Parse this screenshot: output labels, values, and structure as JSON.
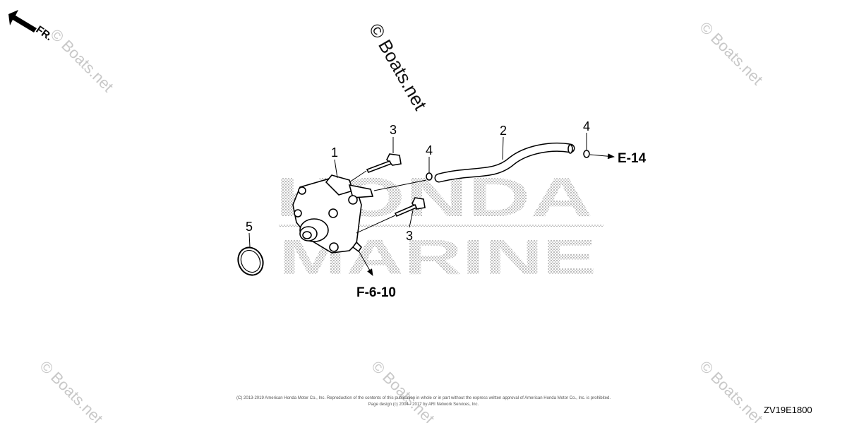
{
  "diagram": {
    "direction_label": "FR.",
    "background_logo": [
      "HONDA",
      "MARINE"
    ],
    "watermark_main": "© Boats.net",
    "watermark_corner": "© Boats.net",
    "callouts": {
      "pump": "1",
      "hose": "2",
      "bolt_upper": "3",
      "bolt_lower": "3",
      "clip_left": "4",
      "clip_right": "4",
      "o_ring": "5"
    },
    "references": {
      "hose_end": "E-14",
      "pump_outlet": "F-6-10"
    },
    "diagram_code": "ZV19E1800",
    "copyright_line1": "(C) 2013-2019 American Honda Motor Co., Inc. Reproduction of the contents of this publication in whole or in part without the express written approval of American Honda Motor Co., Inc. is prohibited.",
    "copyright_line2": "Page design (c) 2004 - 2017 by ARI Network Services, Inc."
  }
}
